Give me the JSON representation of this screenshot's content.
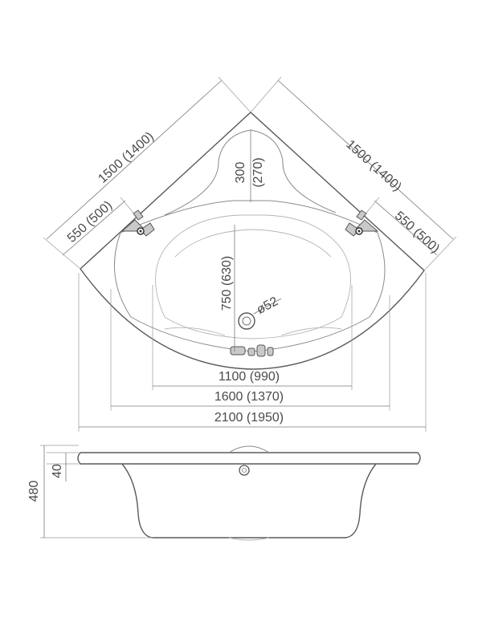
{
  "top_view": {
    "dim_side_left": "1500 (1400)",
    "dim_side_right": "1500 (1400)",
    "dim_seat_left": "550 (500)",
    "dim_seat_right": "550 (500)",
    "dim_corner_seat": "300 (270)",
    "dim_depth": "750 (630)",
    "dim_drain": "ø52",
    "dim_inner_width": "1100 (990)",
    "dim_bowl_width": "1600 (1370)",
    "dim_overall_width": "2100 (1950)"
  },
  "side_view": {
    "dim_rim": "40",
    "dim_height": "480"
  }
}
